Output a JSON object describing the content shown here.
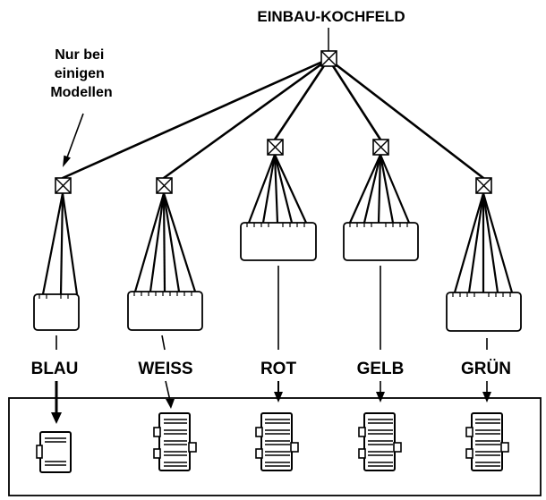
{
  "title": "EINBAU-KOCHFELD",
  "note_lines": [
    "Nur bei",
    "einigen",
    "Modellen"
  ],
  "color_labels": [
    "BLAU",
    "WEISS",
    "ROT",
    "GELB",
    "GRÜN"
  ],
  "icons": {
    "junction": "crossed-box-junction-icon",
    "connector": "wire-connector-icon",
    "terminal": "terminal-block-icon"
  },
  "colors": {
    "line": "#000000",
    "background": "#ffffff"
  }
}
